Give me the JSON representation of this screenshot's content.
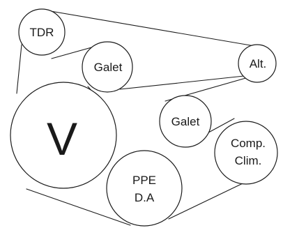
{
  "diagram": {
    "pulleys": {
      "tdr": {
        "label": "TDR"
      },
      "galet_top": {
        "label": "Galet"
      },
      "alt": {
        "label": "Alt."
      },
      "v": {
        "label": "V"
      },
      "galet_mid": {
        "label": "Galet"
      },
      "comp": {
        "line1": "Comp.",
        "line2": "Clim."
      },
      "ppe": {
        "line1": "PPE",
        "line2": "D.A"
      }
    },
    "colors": {
      "stroke": "#1a1a1a",
      "background": "#ffffff"
    }
  }
}
